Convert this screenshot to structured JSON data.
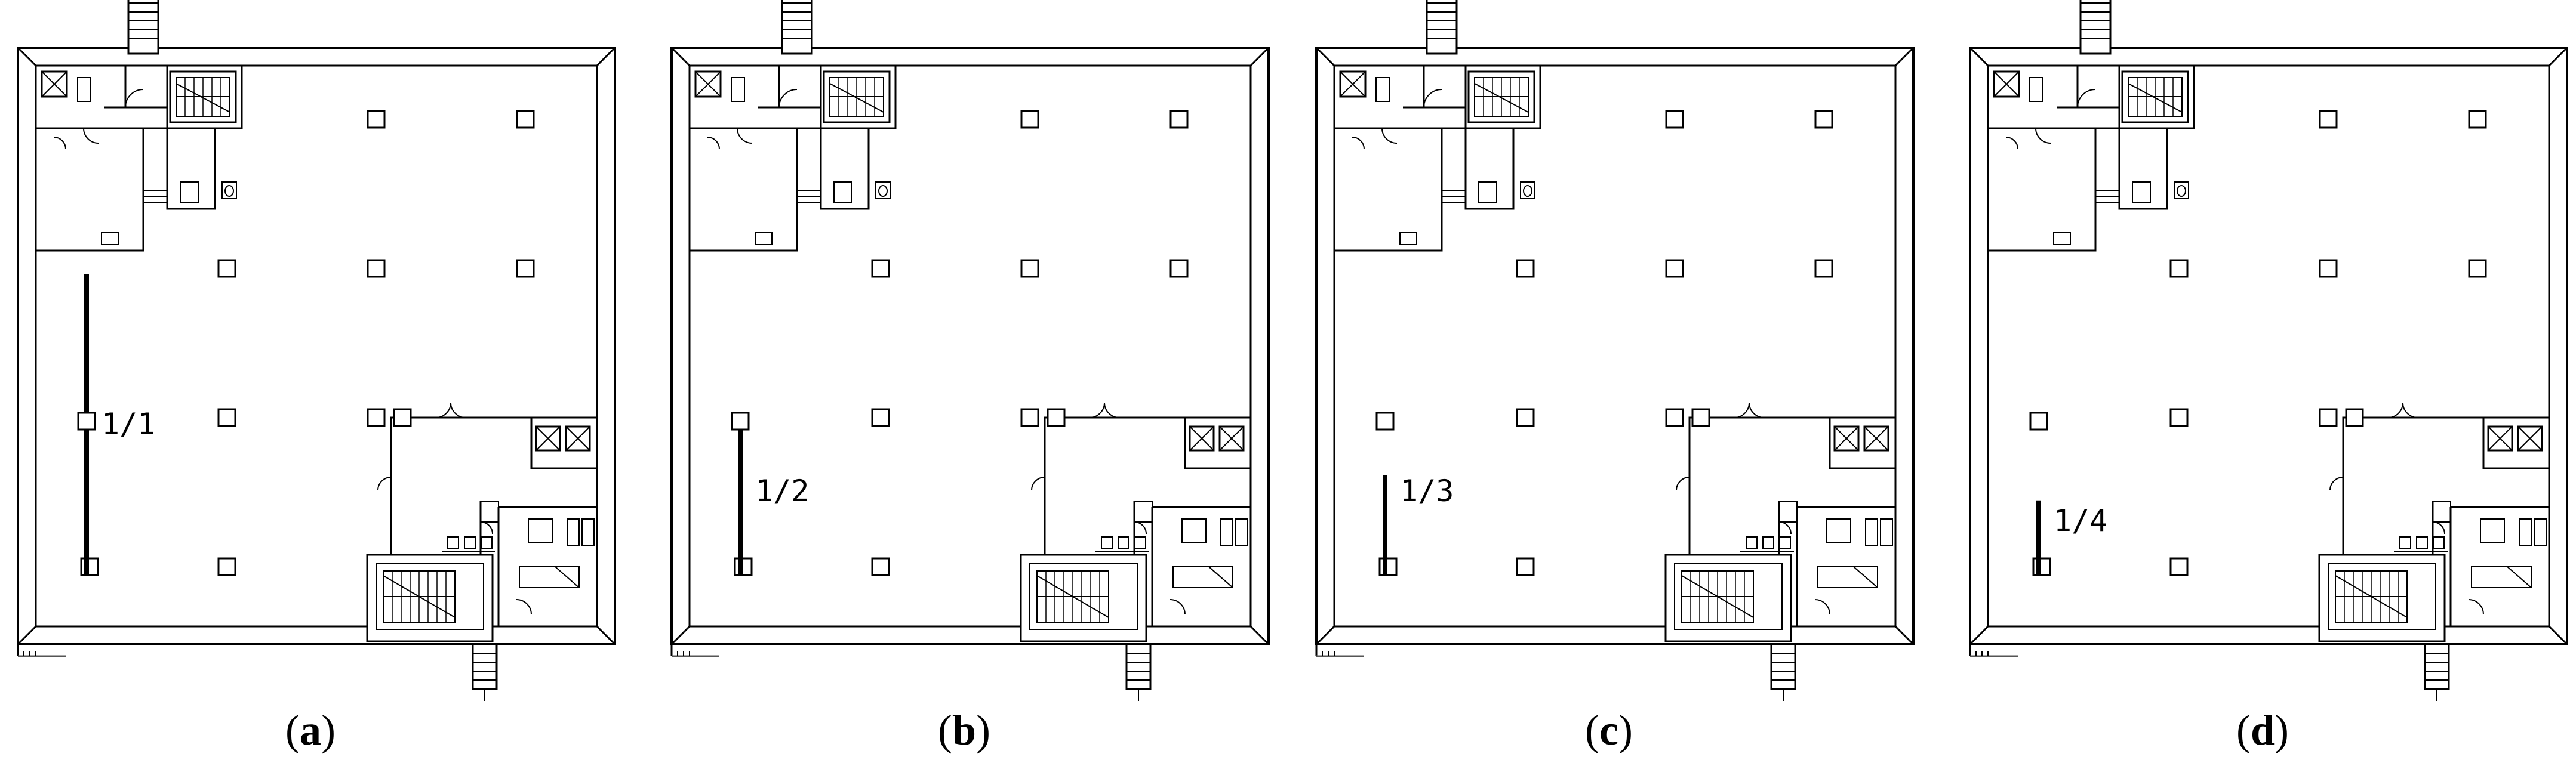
{
  "figure": {
    "panels": [
      {
        "label_pre": "(",
        "label_letter": "a",
        "label_post": ")",
        "ratio": "1/1",
        "fraction": 1.0
      },
      {
        "label_pre": "(",
        "label_letter": "b",
        "label_post": ")",
        "ratio": "1/2",
        "fraction": 0.5
      },
      {
        "label_pre": "(",
        "label_letter": "c",
        "label_post": ")",
        "ratio": "1/3",
        "fraction": 0.3333
      },
      {
        "label_pre": "(",
        "label_letter": "d",
        "label_post": ")",
        "ratio": "1/4",
        "fraction": 0.25
      }
    ],
    "colors": {
      "line": "#000000",
      "paper": "#ffffff",
      "hatch": "#555555"
    },
    "icons": [
      "stair-icon",
      "elevator-icon",
      "door-swing-icon",
      "toilet-icon",
      "column-icon",
      "partition-wall-icon"
    ]
  }
}
